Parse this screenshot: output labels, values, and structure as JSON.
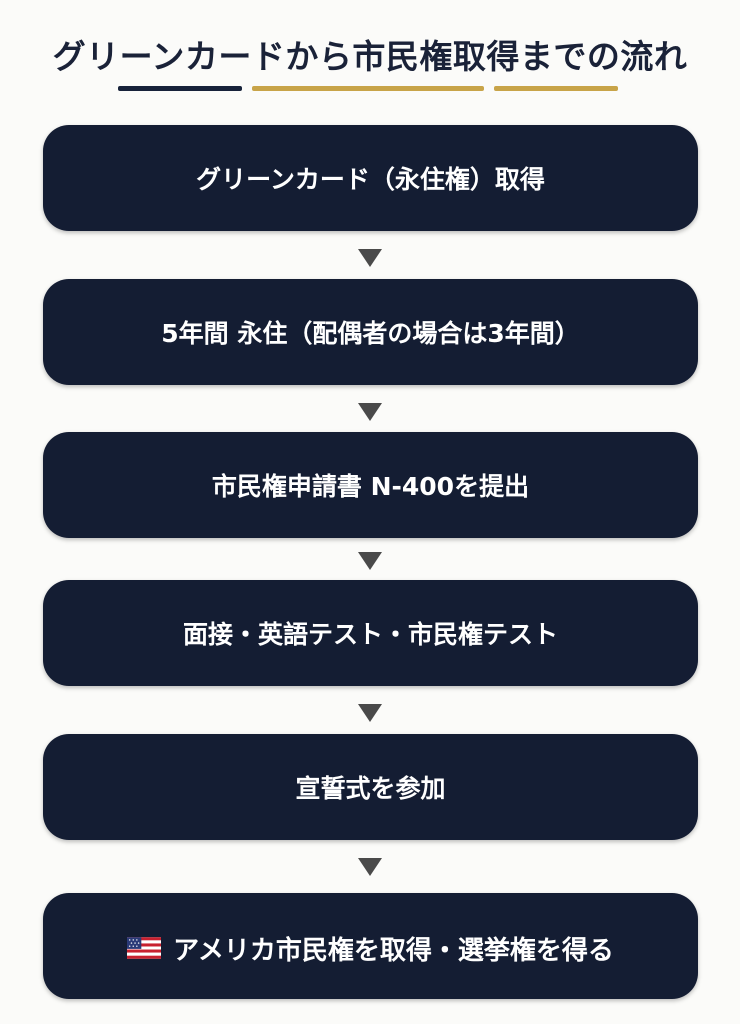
{
  "title": "グリーンカードから市民権取得までの流れ",
  "steps": [
    {
      "label": "グリーンカード（永住権）取得"
    },
    {
      "label": "5年間 永住（配偶者の場合は3年間）"
    },
    {
      "label": "市民権申請書 N-400を提出"
    },
    {
      "label": "面接・英語テスト・市民権テスト"
    },
    {
      "label": "宣誓式を参加"
    },
    {
      "label": "アメリカ市民権を取得・選挙権を得る",
      "icon": "us-flag-icon"
    }
  ],
  "colors": {
    "step_bg": "#141d33",
    "title": "#1a2238",
    "accent_gold": "#c8a449",
    "arrow": "#4a4a4a"
  }
}
